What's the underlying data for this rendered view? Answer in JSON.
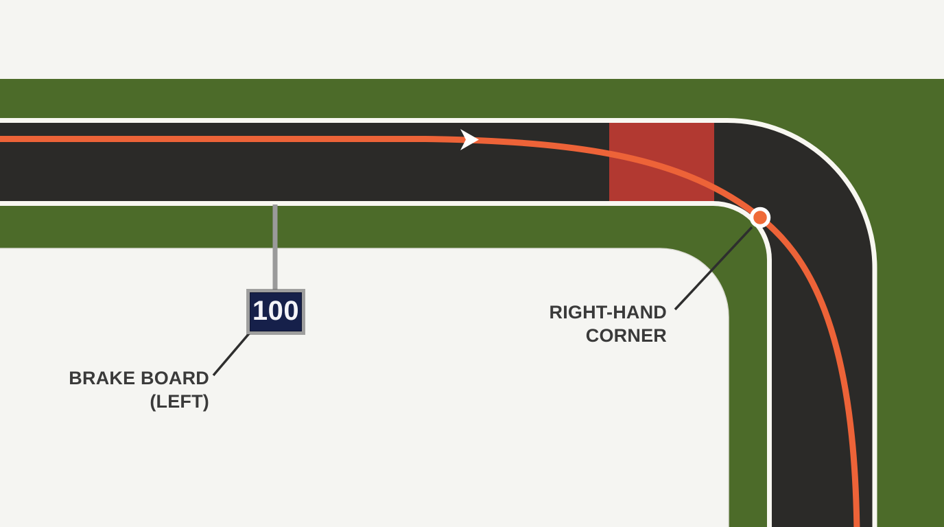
{
  "diagram": {
    "callouts": {
      "corner": {
        "line1": "RIGHT-HAND",
        "line2": "CORNER"
      },
      "brake_board": {
        "line1": "BRAKE BOARD",
        "line2": "(LEFT)"
      }
    },
    "brake_board": {
      "value": "100"
    },
    "icons": {
      "direction_arrow": "racing-direction-arrow",
      "apex_marker": "apex-clipping-point-dot"
    },
    "colors": {
      "background": "#F5F5F2",
      "grass": "#4C6B29",
      "track": "#2B2A28",
      "track_edge": "#F8F7F1",
      "braking_zone": "#B23931",
      "racing_line": "#ED6338",
      "apex_marker_fill": "#EF6A38",
      "apex_marker_ring": "#FFFFFF",
      "arrow": "#FFFFFF",
      "board_face": "#16204A",
      "board_frame": "#9E9E9E",
      "board_text": "#F4F4F8",
      "pole": "#9A9A9A",
      "callout_text": "#3A3A3A",
      "annotation_line": "#2E2E2E"
    }
  }
}
